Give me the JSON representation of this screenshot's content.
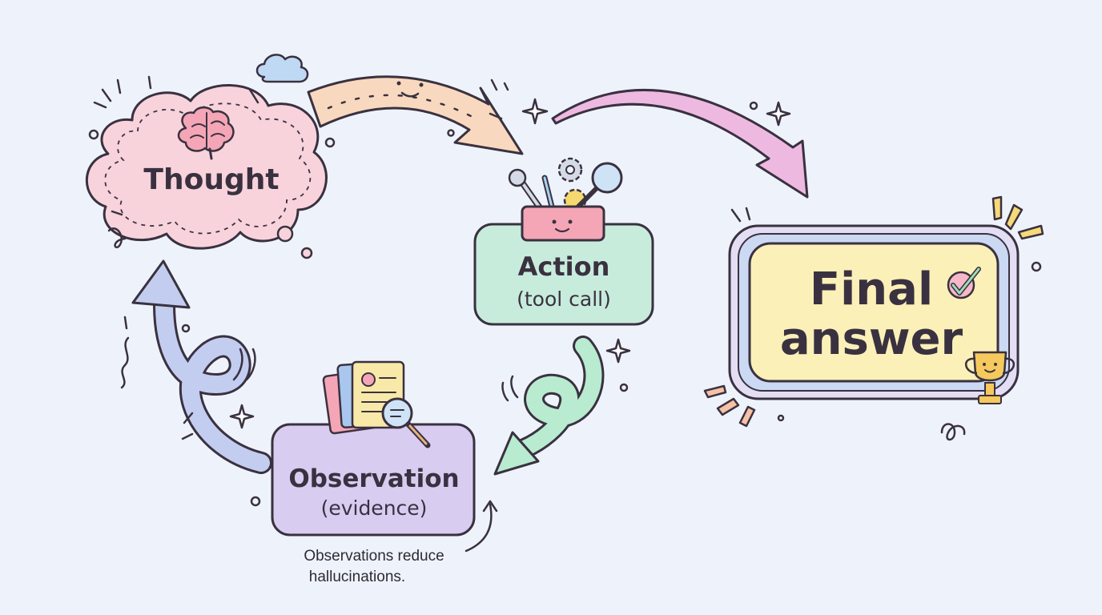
{
  "nodes": {
    "thought": {
      "label": "Thought",
      "color": "#f8d3dc"
    },
    "action": {
      "label": "Action",
      "sublabel": "(tool call)",
      "color": "#c7ecdc"
    },
    "observation": {
      "label": "Observation",
      "sublabel": "(evidence)",
      "color": "#d8ccf1"
    },
    "final_answer": {
      "line1": "Final",
      "line2": "answer",
      "color": "#fbf0b8"
    }
  },
  "annotation": {
    "line1": "Observations reduce",
    "line2": "hallucinations."
  },
  "icons": {
    "thought": "brain-icon",
    "action": "toolbox-icon",
    "observation": "documents-magnifier-icon",
    "final_answer": [
      "checkmark-icon",
      "trophy-icon"
    ]
  },
  "colors": {
    "background": "#eef3fb",
    "outline": "#3a3140",
    "arrow_thought_action": "#f8d9bf",
    "arrow_action_final": "#eeb9e0",
    "arrow_action_observation": "#b8ebcf",
    "arrow_observation_thought": "#c2cdf0"
  }
}
